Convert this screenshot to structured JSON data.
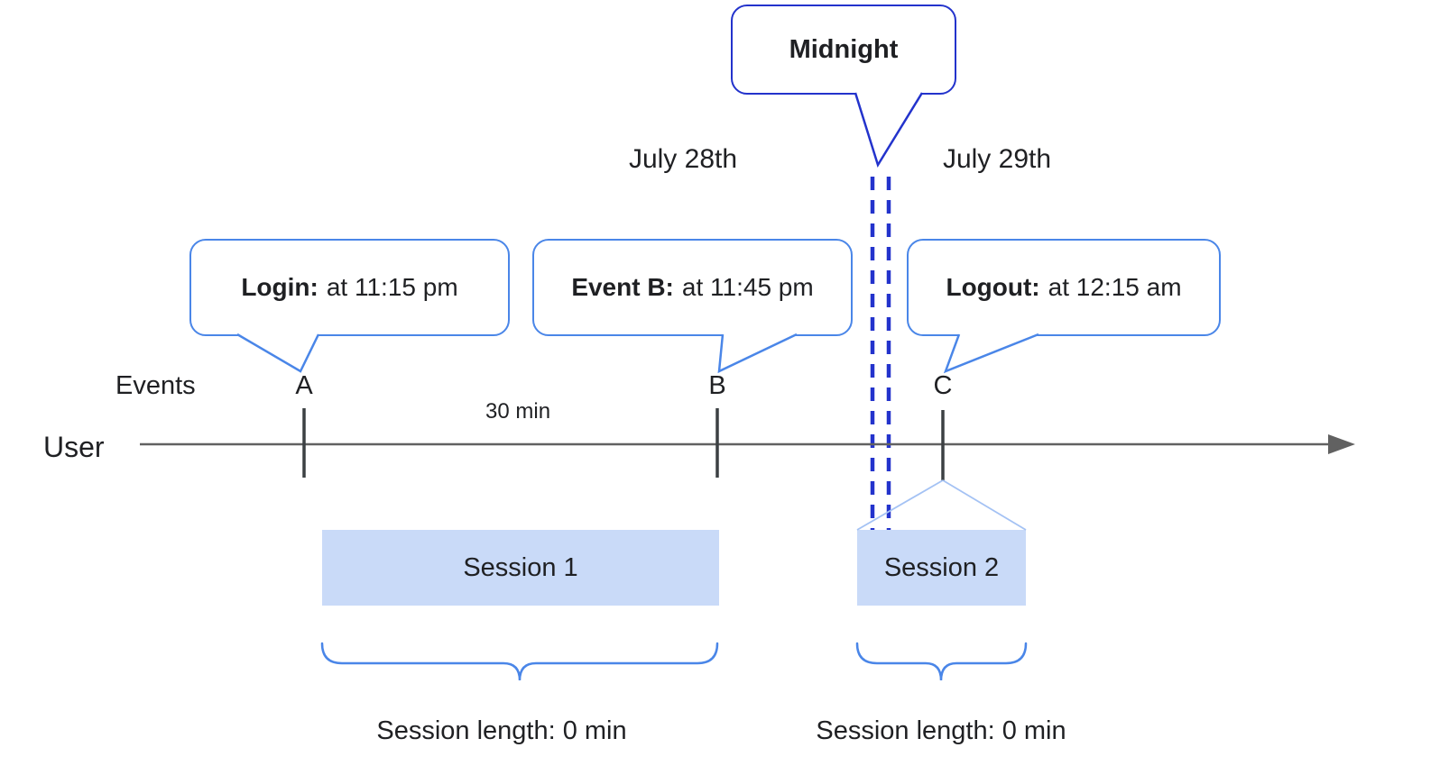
{
  "title": "User session split at midnight diagram",
  "colors": {
    "bubble_border": "#4a86e8",
    "midnight_border": "#2333cc",
    "dashed_line": "#2333cc",
    "session_fill": "#c9daf8",
    "timeline": "#616161",
    "brace": "#4a86e8"
  },
  "midnight": {
    "label": "Midnight"
  },
  "dates": {
    "left": "July 28th",
    "right": "July 29th"
  },
  "bubbles": [
    {
      "label": "Login:",
      "value": "at 11:15 pm"
    },
    {
      "label": "Event B:",
      "value": "at 11:45 pm"
    },
    {
      "label": "Logout:",
      "value": "at 12:15 am"
    }
  ],
  "axis": {
    "events_label": "Events",
    "user_label": "User",
    "interval_label": "30 min",
    "event_markers": [
      "A",
      "B",
      "C"
    ]
  },
  "sessions": [
    {
      "name": "Session 1",
      "length_label": "Session length: 0 min"
    },
    {
      "name": "Session 2",
      "length_label": "Session length: 0 min"
    }
  ]
}
